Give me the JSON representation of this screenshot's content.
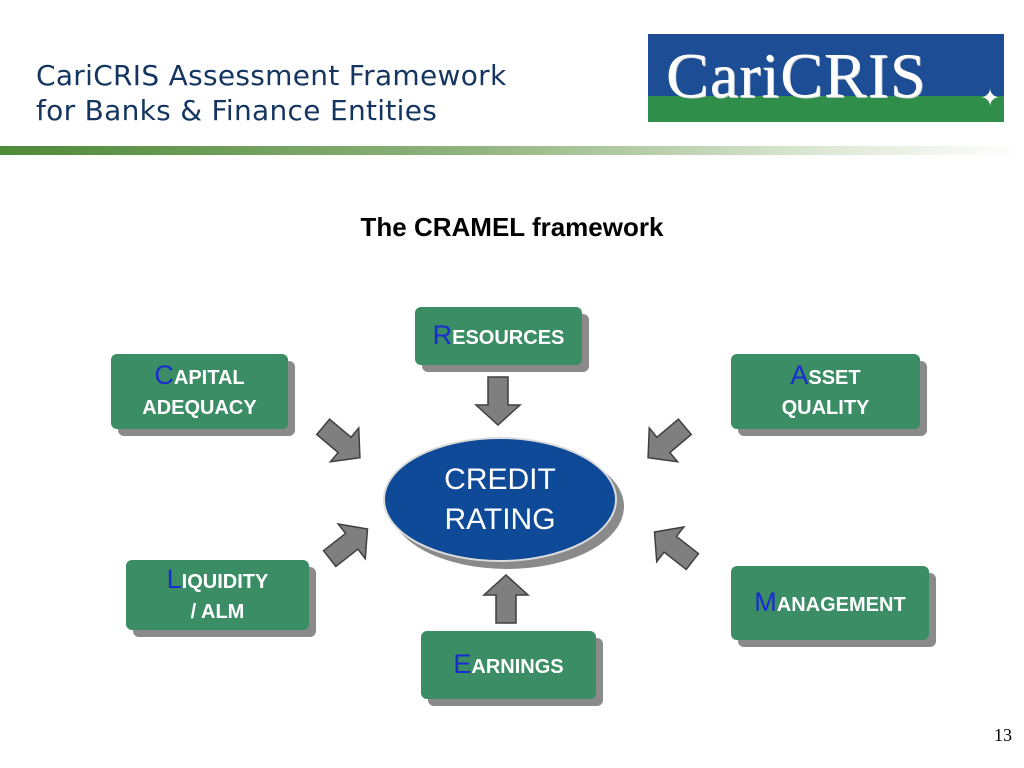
{
  "header": {
    "title_line1": "CariCRIS Assessment Framework",
    "title_line2": "for Banks & Finance Entities",
    "logo_text": "CariCRIS"
  },
  "diagram": {
    "title": "The CRAMEL framework",
    "center": {
      "line1": "CREDIT",
      "line2": "RATING"
    },
    "factors": {
      "resources": {
        "initial": "R",
        "rest": "ESOURCES"
      },
      "capital": {
        "initial": "C",
        "rest1": "APITAL",
        "line2": "ADEQUACY"
      },
      "asset": {
        "initial": "A",
        "rest1": "SSET",
        "line2": "QUALITY"
      },
      "liquidity": {
        "initial": "L",
        "rest1": "IQUIDITY",
        "line2": "/ ALM"
      },
      "management": {
        "initial": "M",
        "rest": "ANAGEMENT"
      },
      "earnings": {
        "initial": "E",
        "rest": "ARNINGS"
      }
    }
  },
  "colors": {
    "box_green": "#3a8d64",
    "initial_blue": "#1a2bd1",
    "ellipse_blue": "#0e4a97",
    "arrow_gray": "#7f7f7f",
    "title_navy": "#14355f"
  },
  "footer": {
    "page_number": "13"
  }
}
